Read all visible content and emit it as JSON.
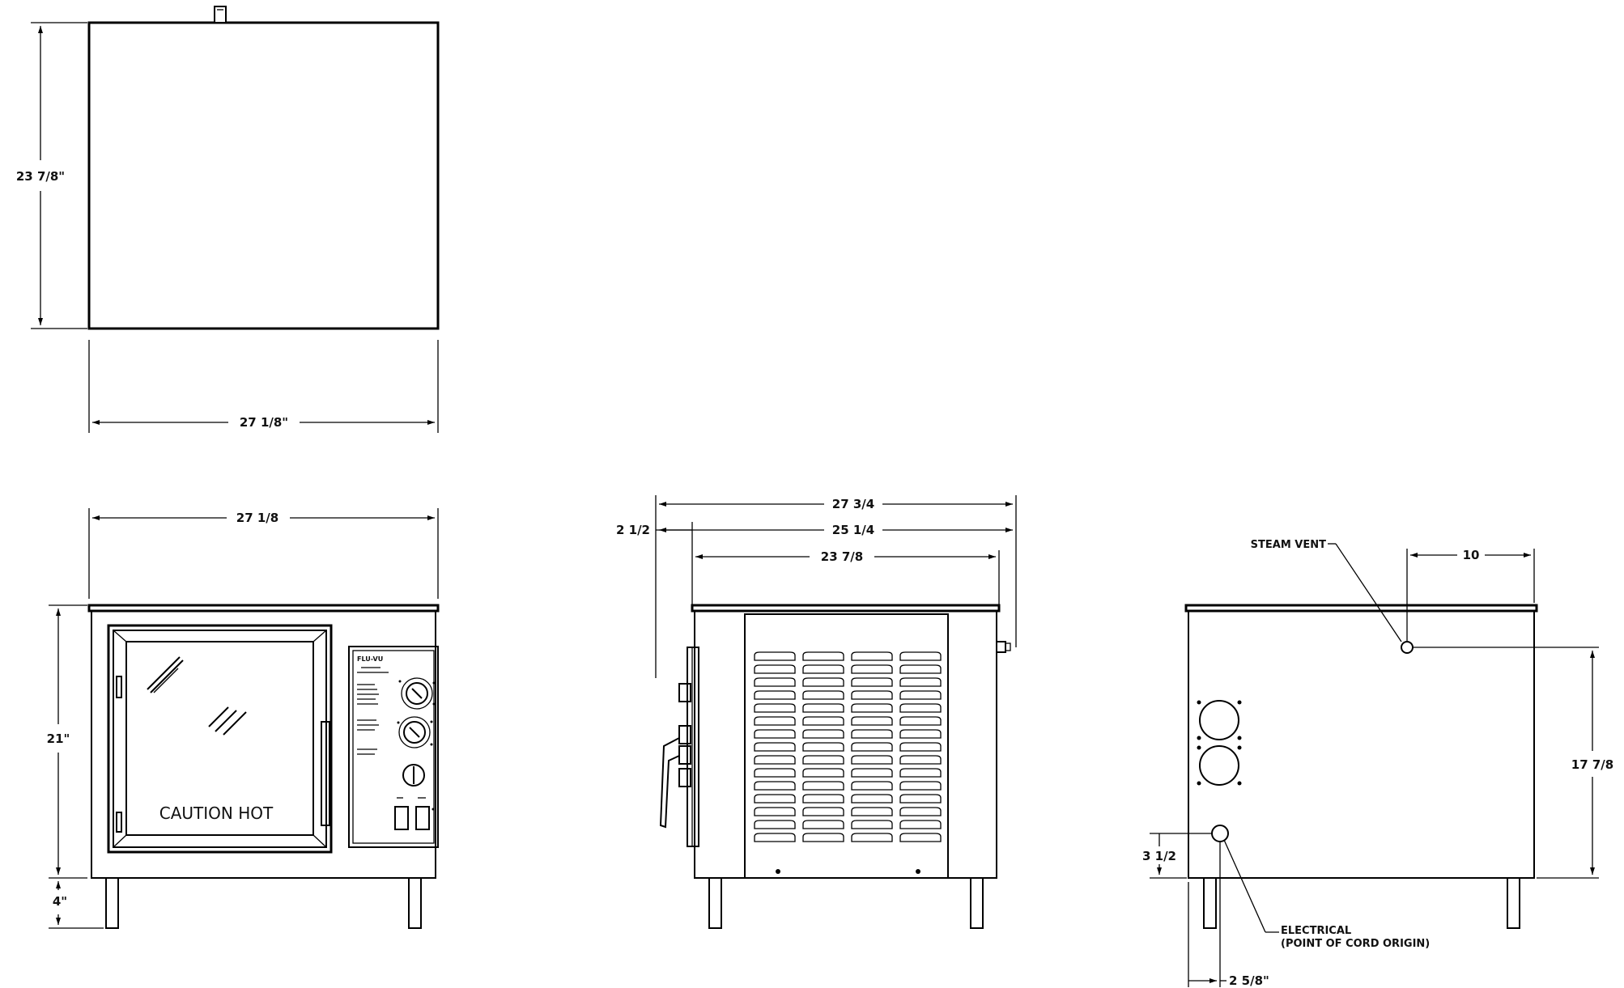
{
  "dimensions": {
    "top_view_depth": "23 7/8\"",
    "top_view_width": "27 1/8\"",
    "front_width": "27 1/8",
    "front_height": "21\"",
    "front_leg_height": "4\"",
    "side_overall": "27 3/4",
    "side_offset": "2 1/2",
    "side_mid": "25 1/4",
    "side_body": "23 7/8",
    "rear_vent_offset": "10",
    "rear_vent_height": "17 7/8",
    "rear_elec_height": "3 1/2",
    "rear_elec_offset": "2 5/8\""
  },
  "labels": {
    "caution": "CAUTION HOT",
    "steam_vent": "STEAM VENT",
    "electrical_line1": "ELECTRICAL",
    "electrical_line2": "(POINT OF CORD ORIGIN)",
    "panel_brand": "FLU-VU"
  }
}
